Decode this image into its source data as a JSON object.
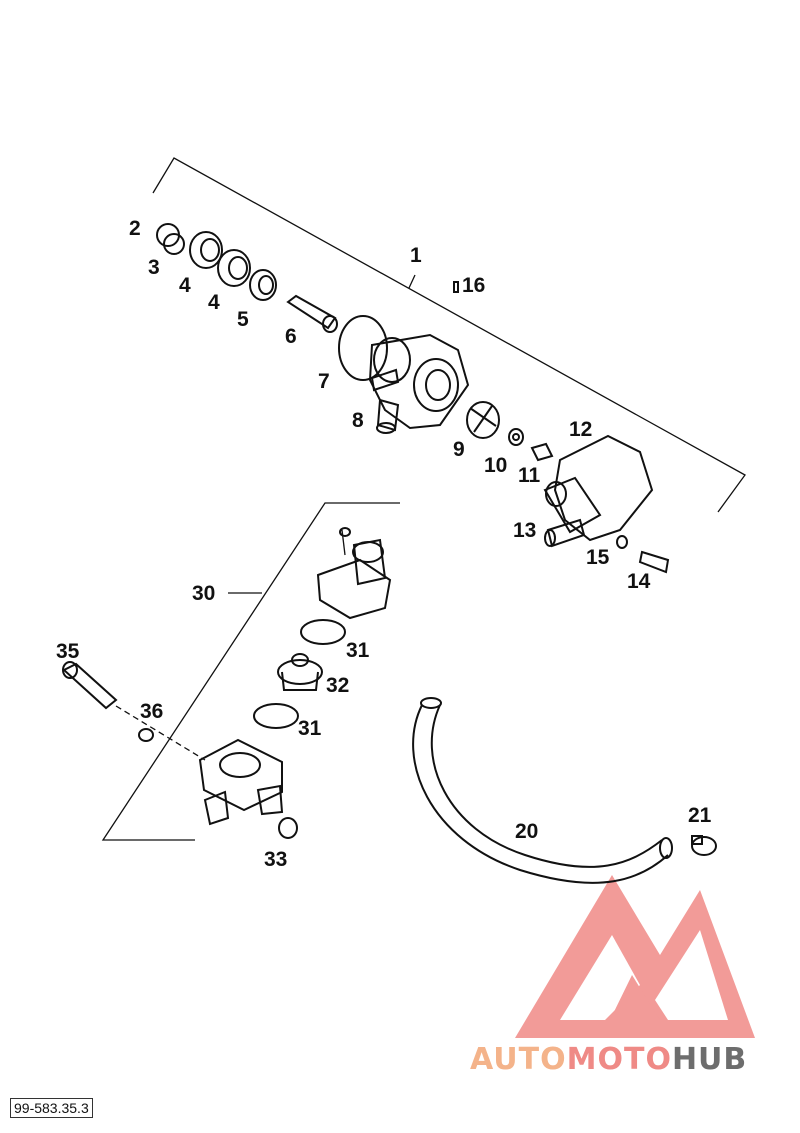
{
  "diagram": {
    "reference_code": "99-583.35.3",
    "callouts": [
      "1",
      "2",
      "3",
      "4",
      "4",
      "5",
      "6",
      "7",
      "8",
      "9",
      "10",
      "11",
      "12",
      "13",
      "14",
      "15",
      "16",
      "20",
      "21",
      "30",
      "31",
      "31",
      "32",
      "33",
      "35",
      "36"
    ],
    "watermark": {
      "part1": "AUTO",
      "part2": "MOTO",
      "part3": "HUB",
      "colors": {
        "auto": "#f4b38a",
        "moto": "#ef8a86",
        "hub": "#6d6d6d",
        "triangle": "#ee7a76"
      }
    }
  }
}
